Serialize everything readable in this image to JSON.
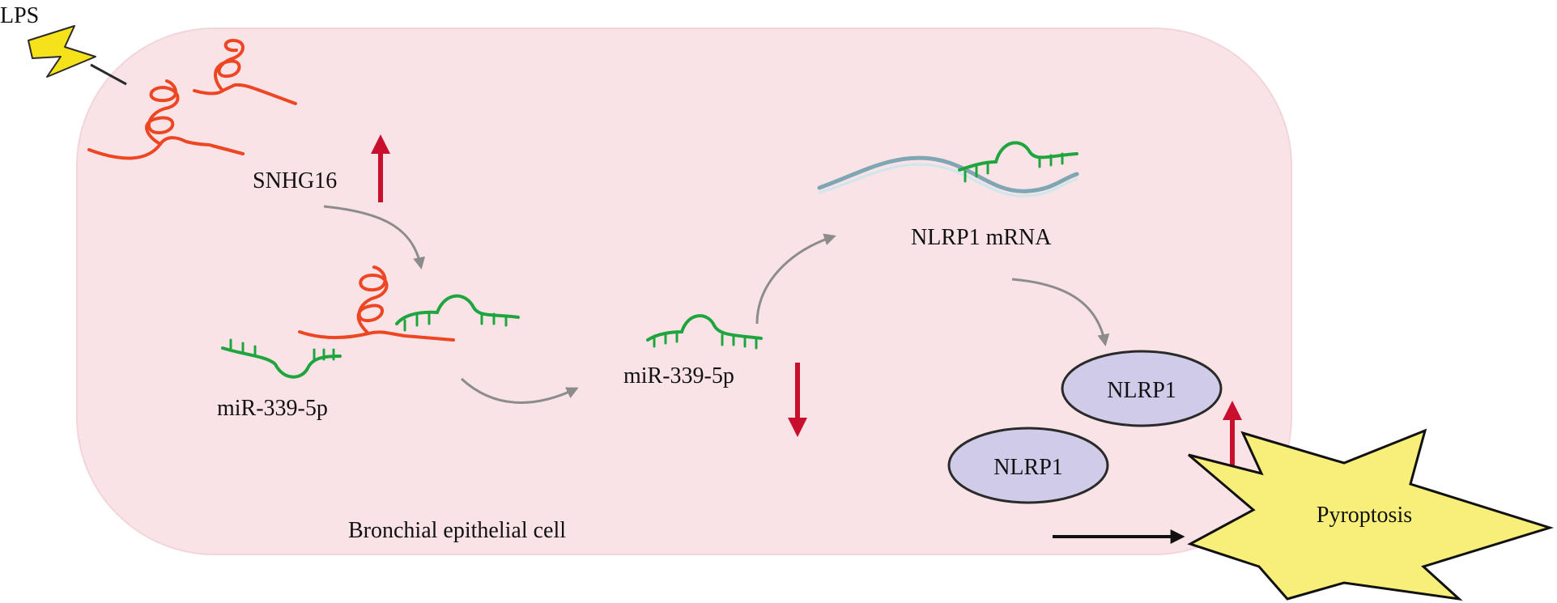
{
  "labels": {
    "stimulus": "LPS",
    "lncrna": "SNHG16",
    "mirna_bound": "miR-339-5p",
    "mirna_free": "miR-339-5p",
    "mrna": "NLRP1 mRNA",
    "protein_a": "NLRP1",
    "protein_b": "NLRP1",
    "cell": "Bronchial epithelial cell",
    "outcome": "Pyroptosis"
  },
  "regulation": {
    "snhg16": "up",
    "mir_339_5p": "down",
    "nlrp1": "up"
  },
  "colors": {
    "cell_fill": "#f9e3e6",
    "lncrna": "#ee4622",
    "mirna": "#1fa53d",
    "up_down_arrow": "#c8102e",
    "flow_arrow": "#8c8c8c",
    "protein_fill": "#cfcbe9",
    "burst_fill": "#f7ef7a",
    "lightning": "#f6e21a",
    "mrna_strand": "#9fc7d1"
  }
}
